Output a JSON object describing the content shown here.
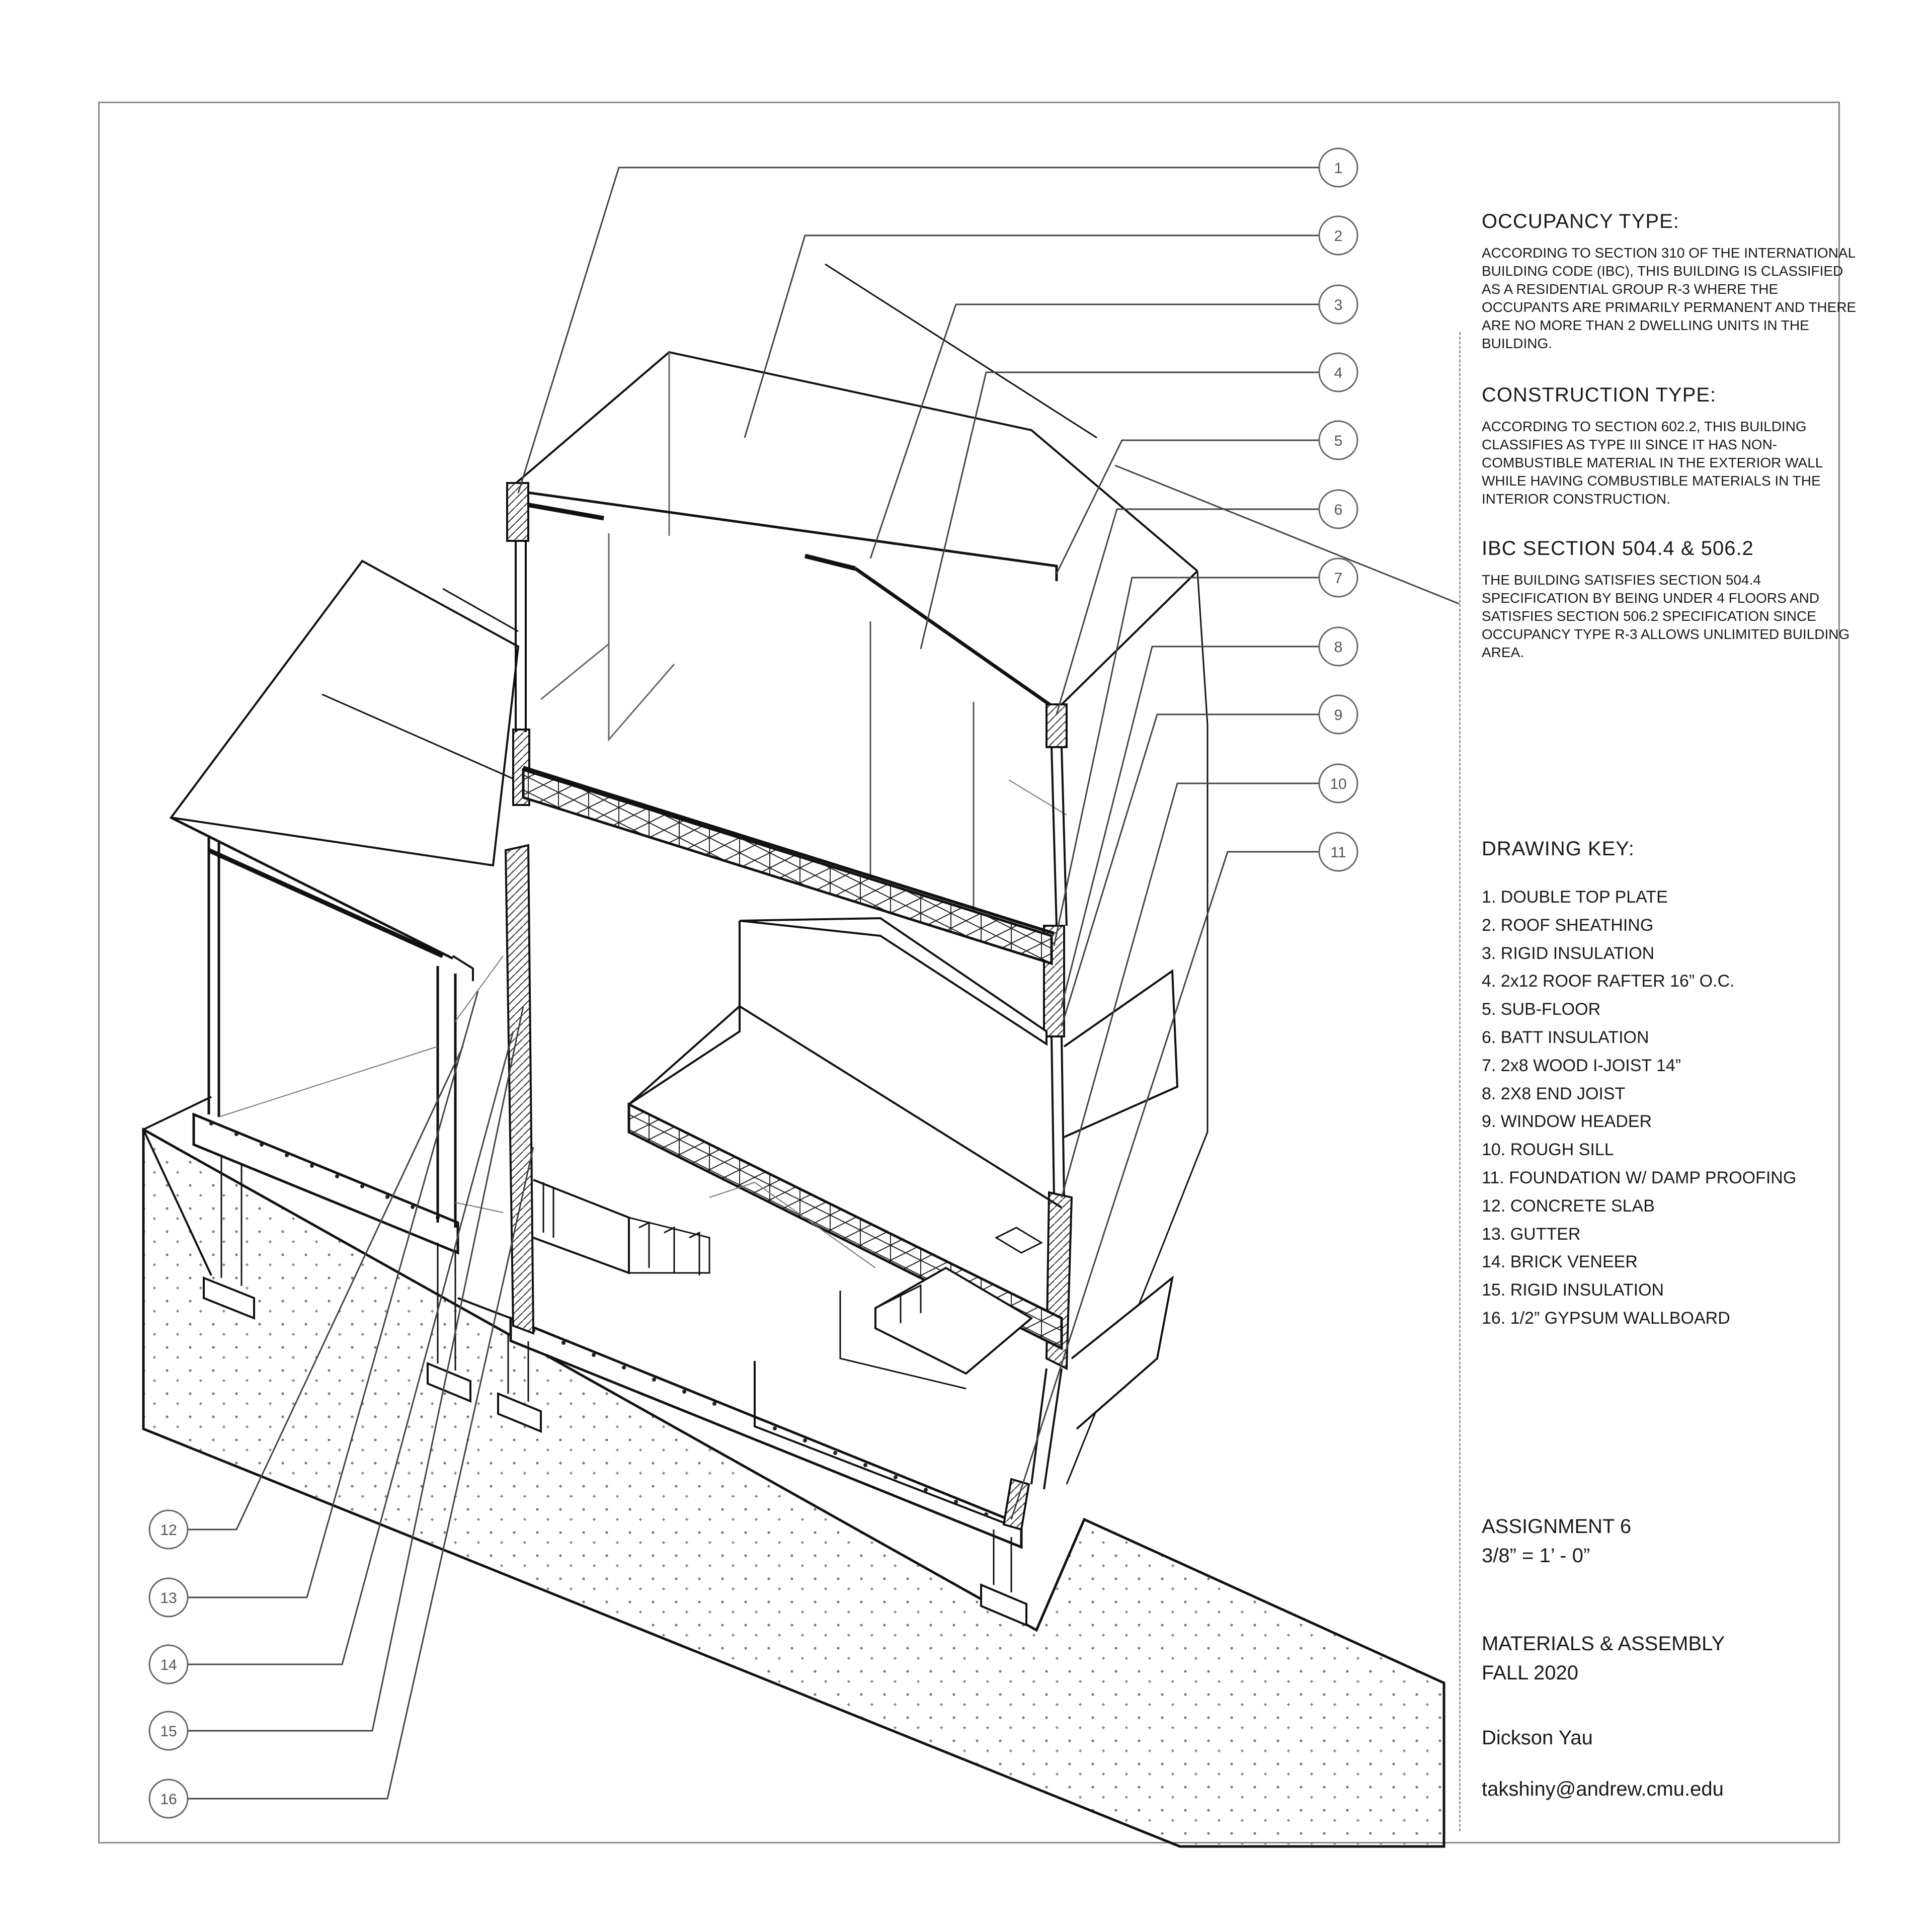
{
  "occupancy": {
    "heading": "OCCUPANCY TYPE:",
    "body": "ACCORDING TO SECTION 310 OF THE INTERNATIONAL BUILDING CODE (IBC), THIS BUILDING IS CLASSIFIED AS A RESIDENTIAL GROUP R-3 WHERE THE OCCUPANTS ARE PRIMARILY PERMANENT AND THERE ARE NO MORE THAN 2 DWELLING UNITS IN THE BUILDING."
  },
  "construction": {
    "heading": "CONSTRUCTION TYPE:",
    "body": "ACCORDING TO SECTION 602.2, THIS BUILDING CLASSIFIES AS TYPE III SINCE IT HAS NON-COMBUSTIBLE MATERIAL IN THE EXTERIOR WALL WHILE HAVING COMBUSTIBLE MATERIALS IN THE INTERIOR CONSTRUCTION."
  },
  "ibc": {
    "heading": "IBC SECTION 504.4 & 506.2",
    "body": "THE BUILDING SATISFIES SECTION 504.4 SPECIFICATION BY BEING UNDER 4 FLOORS AND SATISFIES SECTION 506.2 SPECIFICATION SINCE OCCUPANCY TYPE R-3 ALLOWS UNLIMITED BUILDING AREA."
  },
  "drawing_key": {
    "heading": "DRAWING KEY:",
    "items": [
      "1. DOUBLE TOP PLATE",
      "2. ROOF SHEATHING",
      "3. RIGID INSULATION",
      "4. 2x12 ROOF RAFTER 16” O.C.",
      "5. SUB-FLOOR",
      "6. BATT INSULATION",
      "7. 2x8 WOOD I-JOIST 14”",
      "8. 2X8 END JOIST",
      "9. WINDOW HEADER",
      "10. ROUGH SILL",
      "11. FOUNDATION W/ DAMP PROOFING",
      "12. CONCRETE SLAB",
      "13. GUTTER",
      "14. BRICK VENEER",
      "15. RIGID INSULATION",
      "16. 1/2” GYPSUM WALLBOARD"
    ]
  },
  "assignment": {
    "title": "ASSIGNMENT 6",
    "scale": "3/8” = 1’ - 0”"
  },
  "course": {
    "name": "MATERIALS & ASSEMBLY",
    "term": "FALL 2020"
  },
  "author": {
    "name": "Dickson Yau",
    "email": "takshiny@andrew.cmu.edu"
  },
  "callouts": {
    "right": [
      "1",
      "2",
      "3",
      "4",
      "5",
      "6",
      "7",
      "8",
      "9",
      "10",
      "11"
    ],
    "left": [
      "12",
      "13",
      "14",
      "15",
      "16"
    ]
  }
}
